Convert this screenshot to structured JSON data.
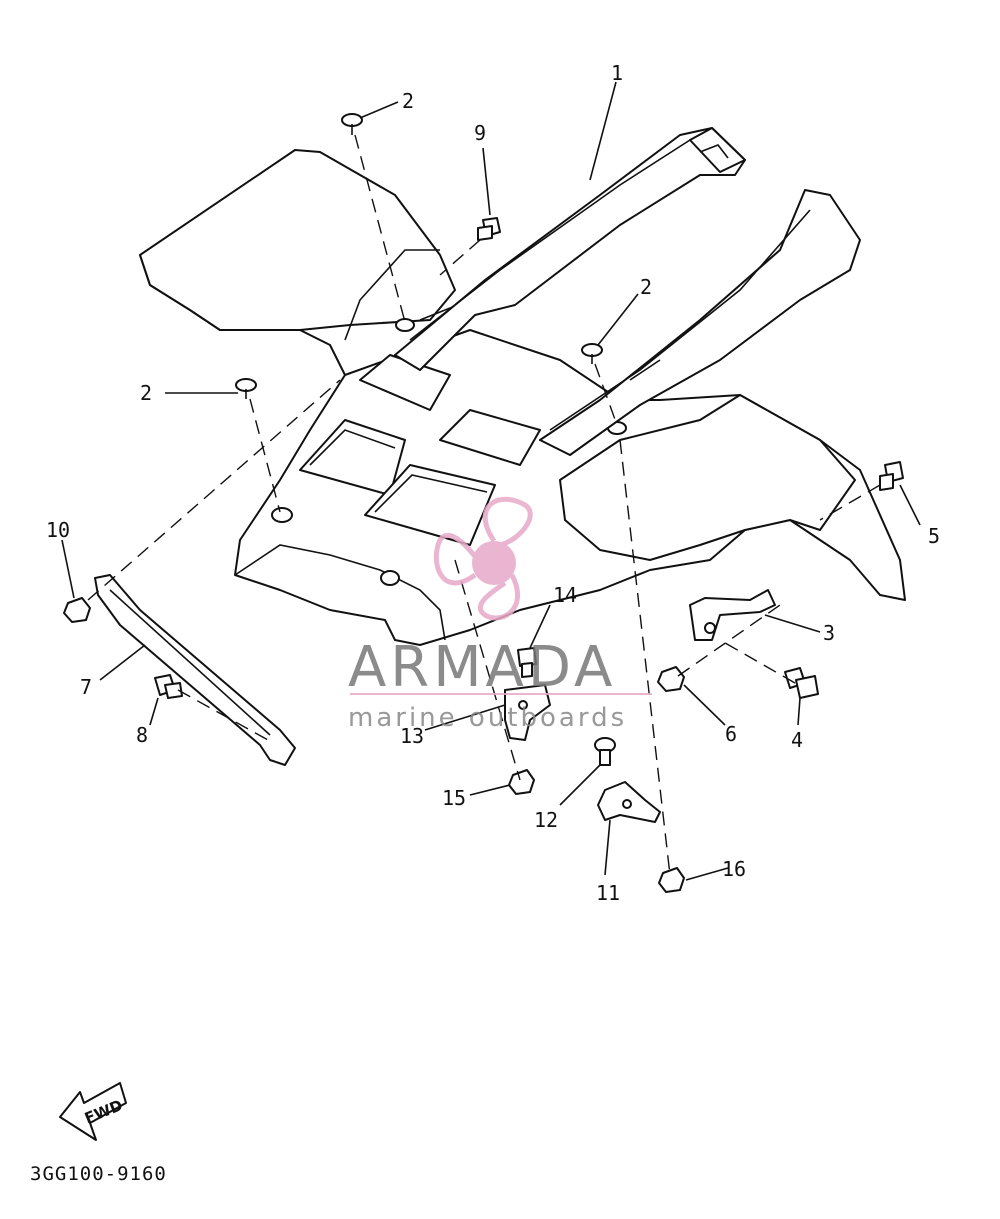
{
  "diagram": {
    "part_code": "3GG100-9160",
    "fwd_label": "FWD",
    "watermark": {
      "brand": "ARMADA",
      "tagline": "marine outboards"
    },
    "callouts": {
      "c1": "1",
      "c2a": "2",
      "c2b": "2",
      "c2c": "2",
      "c3": "3",
      "c4": "4",
      "c5": "5",
      "c6": "6",
      "c7": "7",
      "c8": "8",
      "c9": "9",
      "c10": "10",
      "c11": "11",
      "c12": "12",
      "c13": "13",
      "c14": "14",
      "c15": "15",
      "c16": "16"
    }
  }
}
